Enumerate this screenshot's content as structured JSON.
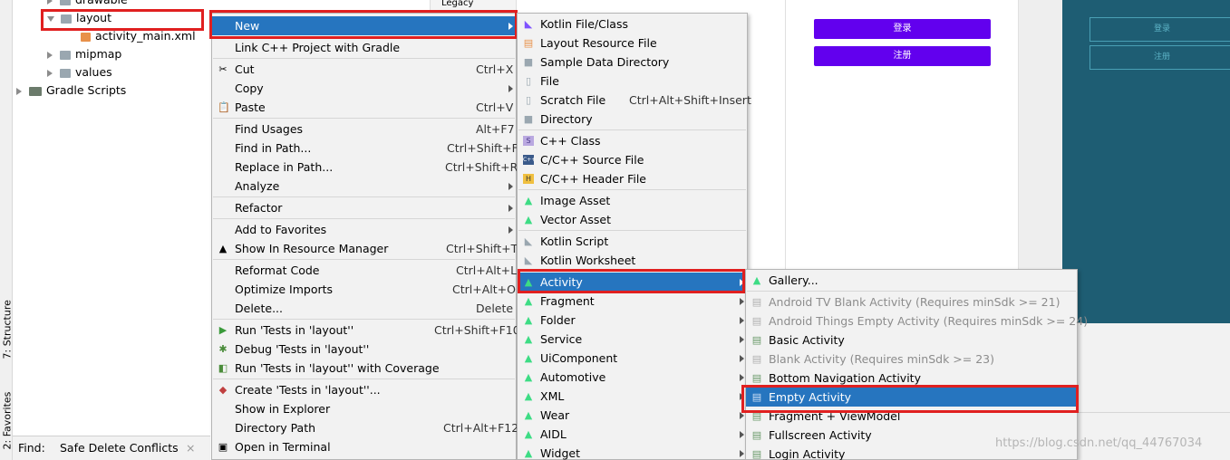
{
  "side_tabs": {
    "structure": "7: Structure",
    "favorites": "2: Favorites"
  },
  "tree": {
    "drawable": "drawable",
    "layout": "layout",
    "activity_main": "activity_main.xml",
    "mipmap": "mipmap",
    "values": "values",
    "gradle": "Gradle Scripts"
  },
  "findbar": {
    "label": "Find:",
    "tab": "Safe Delete Conflicts",
    "close": "×"
  },
  "legacy": "Legacy",
  "menu1": [
    {
      "label": "New",
      "shortcut": ""
    },
    {
      "label": "Link C++ Project with Gradle",
      "shortcut": ""
    },
    {
      "label": "Cut",
      "shortcut": "Ctrl+X"
    },
    {
      "label": "Copy",
      "shortcut": ""
    },
    {
      "label": "Paste",
      "shortcut": "Ctrl+V"
    },
    {
      "label": "Find Usages",
      "shortcut": "Alt+F7"
    },
    {
      "label": "Find in Path...",
      "shortcut": "Ctrl+Shift+F"
    },
    {
      "label": "Replace in Path...",
      "shortcut": "Ctrl+Shift+R"
    },
    {
      "label": "Analyze",
      "shortcut": ""
    },
    {
      "label": "Refactor",
      "shortcut": ""
    },
    {
      "label": "Add to Favorites",
      "shortcut": ""
    },
    {
      "label": "Show In Resource Manager",
      "shortcut": "Ctrl+Shift+T"
    },
    {
      "label": "Reformat Code",
      "shortcut": "Ctrl+Alt+L"
    },
    {
      "label": "Optimize Imports",
      "shortcut": "Ctrl+Alt+O"
    },
    {
      "label": "Delete...",
      "shortcut": "Delete"
    },
    {
      "label": "Run 'Tests in 'layout''",
      "shortcut": "Ctrl+Shift+F10"
    },
    {
      "label": "Debug 'Tests in 'layout''",
      "shortcut": ""
    },
    {
      "label": "Run 'Tests in 'layout'' with Coverage",
      "shortcut": ""
    },
    {
      "label": "Create 'Tests in 'layout''...",
      "shortcut": ""
    },
    {
      "label": "Show in Explorer",
      "shortcut": ""
    },
    {
      "label": "Directory Path",
      "shortcut": "Ctrl+Alt+F12"
    },
    {
      "label": "Open in Terminal",
      "shortcut": ""
    }
  ],
  "menu2": [
    {
      "label": "Kotlin File/Class",
      "shortcut": ""
    },
    {
      "label": "Layout Resource File",
      "shortcut": ""
    },
    {
      "label": "Sample Data Directory",
      "shortcut": ""
    },
    {
      "label": "File",
      "shortcut": ""
    },
    {
      "label": "Scratch File",
      "shortcut": "Ctrl+Alt+Shift+Insert"
    },
    {
      "label": "Directory",
      "shortcut": ""
    },
    {
      "label": "C++ Class",
      "shortcut": ""
    },
    {
      "label": "C/C++ Source File",
      "shortcut": ""
    },
    {
      "label": "C/C++ Header File",
      "shortcut": ""
    },
    {
      "label": "Image Asset",
      "shortcut": ""
    },
    {
      "label": "Vector Asset",
      "shortcut": ""
    },
    {
      "label": "Kotlin Script",
      "shortcut": ""
    },
    {
      "label": "Kotlin Worksheet",
      "shortcut": ""
    },
    {
      "label": "Activity",
      "shortcut": ""
    },
    {
      "label": "Fragment",
      "shortcut": ""
    },
    {
      "label": "Folder",
      "shortcut": ""
    },
    {
      "label": "Service",
      "shortcut": ""
    },
    {
      "label": "UiComponent",
      "shortcut": ""
    },
    {
      "label": "Automotive",
      "shortcut": ""
    },
    {
      "label": "XML",
      "shortcut": ""
    },
    {
      "label": "Wear",
      "shortcut": ""
    },
    {
      "label": "AIDL",
      "shortcut": ""
    },
    {
      "label": "Widget",
      "shortcut": ""
    }
  ],
  "menu3": [
    {
      "label": "Gallery..."
    },
    {
      "label": "Android TV Blank Activity (Requires minSdk >= 21)"
    },
    {
      "label": "Android Things Empty Activity (Requires minSdk >= 24)"
    },
    {
      "label": "Basic Activity"
    },
    {
      "label": "Blank Activity (Requires minSdk >= 23)"
    },
    {
      "label": "Bottom Navigation Activity"
    },
    {
      "label": "Empty Activity"
    },
    {
      "label": "Fragment + ViewModel"
    },
    {
      "label": "Fullscreen Activity"
    },
    {
      "label": "Login Activity"
    }
  ],
  "preview": {
    "login": "登录",
    "register": "注册"
  },
  "blueprint": {
    "login": "登录",
    "register": "注册"
  },
  "watermark": "https://blog.csdn.net/qq_44767034",
  "colors": {
    "selection": "#2675bf",
    "highlight_box": "#e02020",
    "preview_button": "#6200ee",
    "blueprint_bg": "#1e5d73"
  }
}
